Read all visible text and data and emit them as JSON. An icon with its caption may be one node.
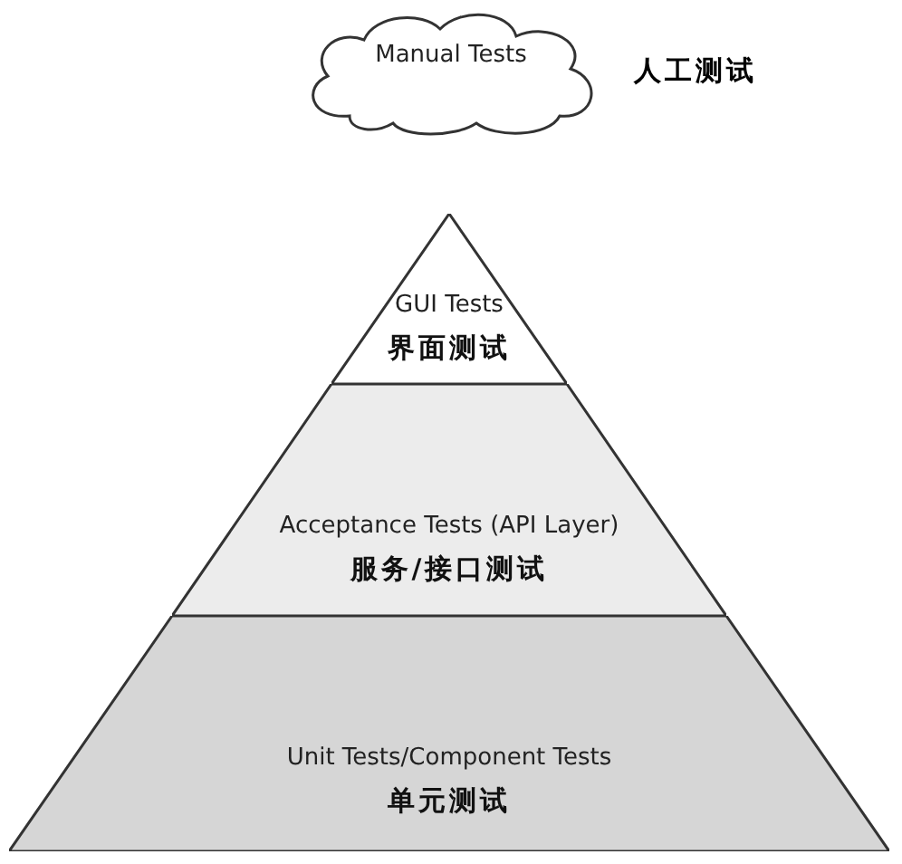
{
  "diagram": {
    "nodes": [
      {
        "text": [
          "Manual Tests"
        ],
        "beside": [
          "人工测试"
        ]
      },
      {
        "text": [
          "GUI Tests",
          "界面测试"
        ]
      },
      {
        "text": [
          "Acceptance Tests (API Layer)",
          "服务/接口测试"
        ]
      },
      {
        "text": [
          "Unit Tests/Component Tests",
          "单元测试"
        ]
      }
    ]
  }
}
